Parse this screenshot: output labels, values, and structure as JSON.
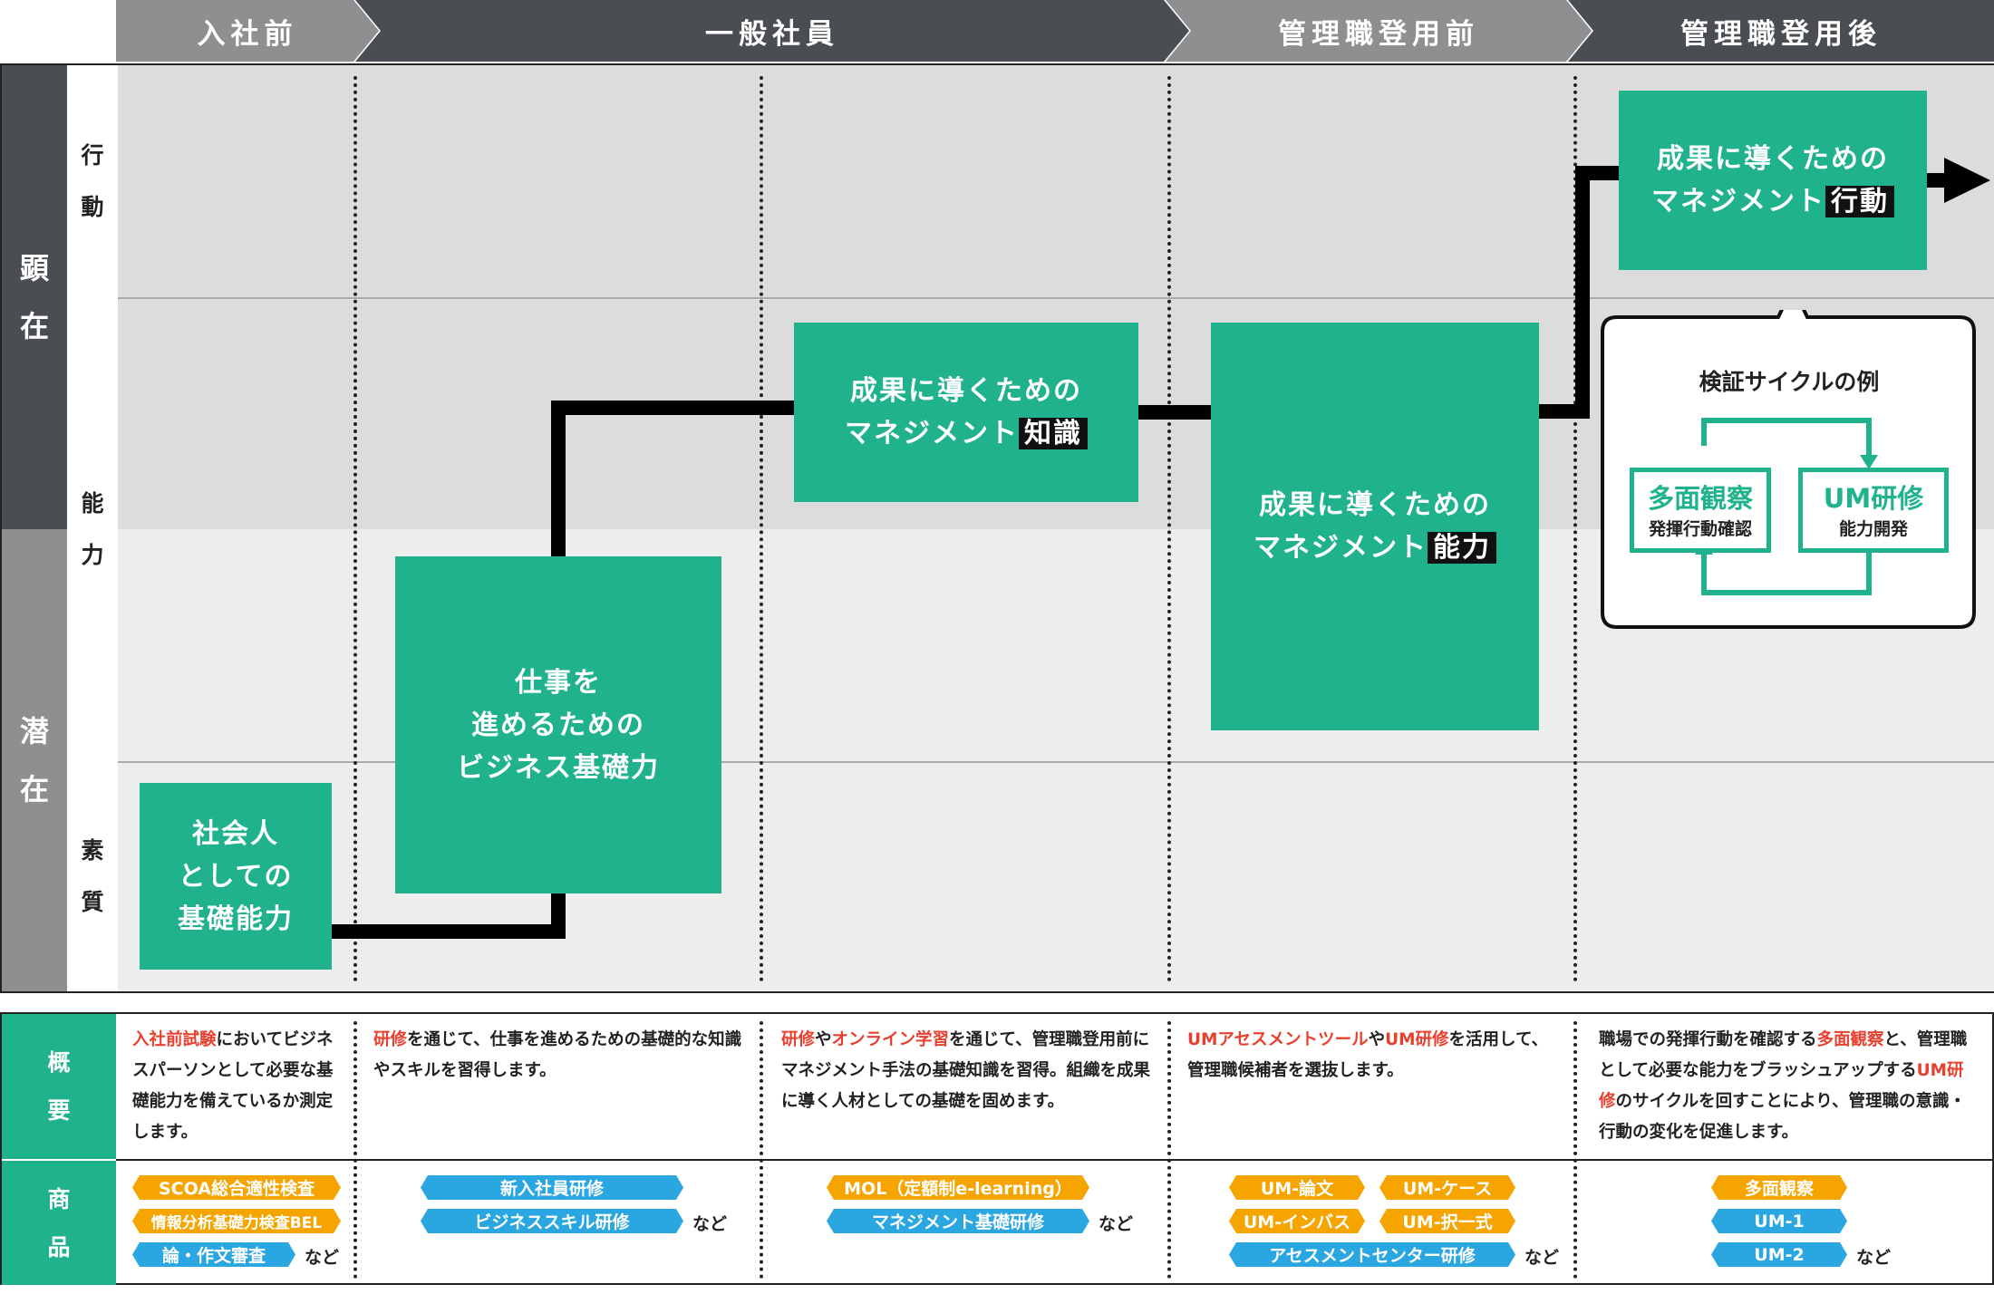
{
  "stages": [
    "入社前",
    "一般社員",
    "管理職登用前",
    "管理職登用後"
  ],
  "left_labels": {
    "kenzai": [
      "顕",
      "在"
    ],
    "senzai": [
      "潜",
      "在"
    ]
  },
  "row_labels": {
    "koudou": [
      "行",
      "動"
    ],
    "nouryoku": [
      "能",
      "力"
    ],
    "soshitsu": [
      "素",
      "質"
    ]
  },
  "boxes": {
    "shakaijin": [
      "社会人",
      "としての",
      "基礎能力"
    ],
    "shigoto": [
      "仕事を",
      "進めるための",
      "ビジネス基礎力"
    ],
    "chishiki": {
      "line1": "成果に導くための",
      "line2": "マネジメント",
      "hl": "知識"
    },
    "nouryoku": {
      "line1": "成果に導くための",
      "line2": "マネジメント",
      "hl": "能力"
    },
    "koudou": {
      "line1": "成果に導くための",
      "line2": "マネジメント",
      "hl": "行動"
    }
  },
  "cycle": {
    "title": "検証サイクルの例",
    "left": {
      "title": "多面観察",
      "sub": "発揮行動確認"
    },
    "right": {
      "title": "UM研修",
      "sub": "能力開発"
    }
  },
  "table": {
    "gaiyou_label": [
      "概",
      "要"
    ],
    "shouhin_label": [
      "商",
      "品"
    ],
    "desc1": {
      "r1": "入社前試験",
      "t1": "においてビジネスパーソンとして必要な基礎能力を備えているか測定します。"
    },
    "desc2": {
      "r1": "研修",
      "t1": "を通じて、仕事を進めるための基礎的な知識やスキルを習得します。"
    },
    "desc3": {
      "r1": "研修",
      "t1": "や",
      "r2": "オンライン学習",
      "t2": "を通じて、管理職登用前にマネジメント手法の基礎知識を習得。組織を成果に導く人材としての基礎を固めます。"
    },
    "desc4": {
      "r1": "UMアセスメントツール",
      "t1": "や",
      "r2": "UM研修",
      "t2": "を活用して、管理職候補者を選抜します。"
    },
    "desc5": {
      "t0": "職場での発揮行動を確認する",
      "r1": "多面観察",
      "t1": "と、管理職として必要な能力をブラッシュアップする",
      "r2": "UM研修",
      "t2": "のサイクルを回すことにより、管理職の意識・行動の変化を促進します。"
    },
    "tags1": [
      "SCOA総合適性検査",
      "情報分析基礎力検査BEL",
      "論・作文審査"
    ],
    "tags2": [
      "新入社員研修",
      "ビジネススキル研修"
    ],
    "tags3": [
      "MOL（定額制e-learning）",
      "マネジメント基礎研修"
    ],
    "tags4": [
      "UM-論文",
      "UM-ケース",
      "UM-インバス",
      "UM-択一式",
      "アセスメントセンター研修"
    ],
    "tags5": [
      "多面観察",
      "UM-1",
      "UM-2"
    ],
    "nado": "など"
  },
  "colors": {
    "green": "#20b28c",
    "dark": "#4a4e52",
    "grey": "#8e8f91",
    "orange": "#f5a400",
    "blue": "#2aa6e0",
    "red": "#e8402f"
  }
}
